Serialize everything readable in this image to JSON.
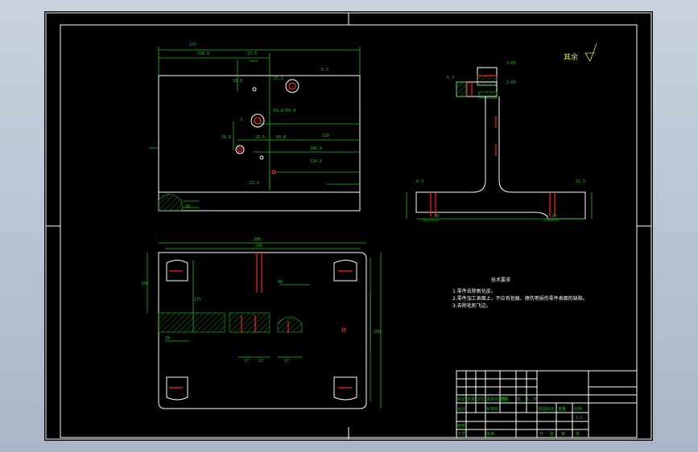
{
  "drawing": {
    "top_view_dims": [
      "275",
      "238.8",
      "15.5",
      "16.8",
      "6.3",
      "25.3",
      "R1.8/R0.4",
      "120",
      "106.8",
      "60.8",
      "29.6",
      "38.8",
      "134.8",
      "21.4",
      "36"
    ],
    "bottom_view_dims": [
      "300",
      "256",
      "100",
      "175",
      "260",
      "20",
      "17",
      "27",
      "17",
      "68"
    ],
    "section_dims": [
      "3-R5",
      "2-R5",
      "6.3",
      "6.3",
      "12.5",
      "30",
      "20"
    ],
    "roughness_note": "其余",
    "tech_title": "技术要求",
    "tech_notes": [
      "1.零件去除氧化皮。",
      "2.零件加工表面上，不应有划痕、擦伤等损伤零件表面的缺陷。",
      "3.去除毛刺飞边。"
    ],
    "title_block": {
      "cells": [
        "标记",
        "处数",
        "分区",
        "更改文件号",
        "签名",
        "年、月、日",
        "设计",
        "标准化",
        "审核",
        "工艺",
        "批准",
        "阶段标记",
        "重量",
        "比例",
        "共",
        "张",
        "第",
        "张",
        "1:1"
      ]
    }
  }
}
